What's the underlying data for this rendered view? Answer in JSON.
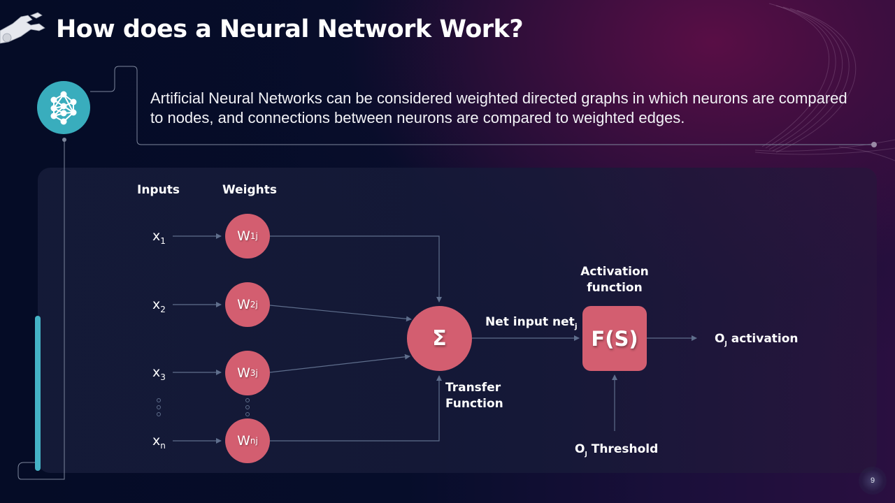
{
  "slide": {
    "title": "How does a Neural Network Work?",
    "description": "Artificial Neural Networks can be considered weighted directed graphs in which neurons are compared to nodes, and connections between neurons are compared to weighted edges.",
    "page_number": "9"
  },
  "colors": {
    "node_fill": "#d35e70",
    "accent_teal": "#39adbd",
    "background": "#050c26",
    "connector": "#5f6e8c"
  },
  "icons": {
    "header": "robot-hand-icon",
    "section": "neural-network-icon"
  },
  "diagram": {
    "inputs_header": "Inputs",
    "weights_header": "Weights",
    "inputs": [
      {
        "base": "x",
        "sub": "1"
      },
      {
        "base": "x",
        "sub": "2"
      },
      {
        "base": "x",
        "sub": "3"
      },
      {
        "base": "x",
        "sub": "n"
      }
    ],
    "weights": [
      {
        "base": "W",
        "sub": "1j"
      },
      {
        "base": "W",
        "sub": "2j"
      },
      {
        "base": "W",
        "sub": "3j"
      },
      {
        "base": "W",
        "sub": "nj"
      }
    ],
    "sum_symbol": "Σ",
    "transfer_label_line1": "Transfer",
    "transfer_label_line2": "Function",
    "net_input_label": "Net input net",
    "net_input_sub": "j",
    "activation_label_line1": "Activation",
    "activation_label_line2": "function",
    "activation_box": "F(S)",
    "output_prefix": "O",
    "output_sub": "J",
    "output_label": " activation",
    "threshold_prefix": "O",
    "threshold_sub": "J",
    "threshold_label": " Threshold"
  }
}
